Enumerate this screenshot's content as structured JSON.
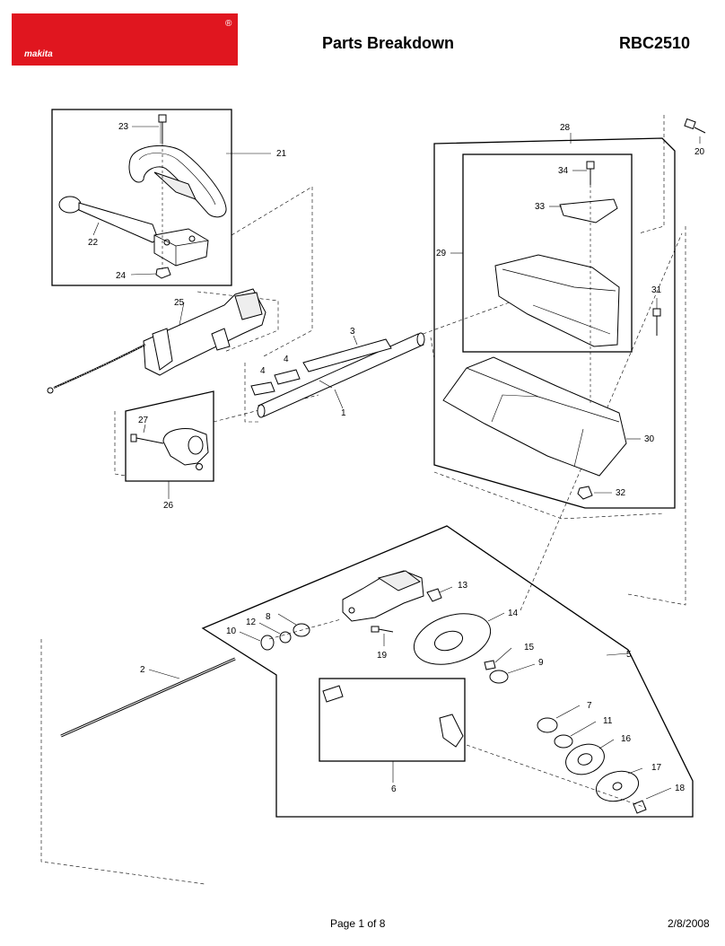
{
  "header": {
    "brand": "makita",
    "brand_mark": "®",
    "brand_color": "#e0161f",
    "title": "Parts Breakdown",
    "model": "RBC2510"
  },
  "diagram": {
    "callouts": {
      "p1": "1",
      "p2": "2",
      "p3": "3",
      "p4a": "4",
      "p4b": "4",
      "p5": "5",
      "p6": "6",
      "p7": "7",
      "p8": "8",
      "p9": "9",
      "p10": "10",
      "p11": "11",
      "p12": "12",
      "p13": "13",
      "p14": "14",
      "p15": "15",
      "p16": "16",
      "p17": "17",
      "p18": "18",
      "p19": "19",
      "p20": "20",
      "p21": "21",
      "p22": "22",
      "p23": "23",
      "p24": "24",
      "p25": "25",
      "p26": "26",
      "p27": "27",
      "p28": "28",
      "p29": "29",
      "p30": "30",
      "p31": "31",
      "p32": "32",
      "p33": "33",
      "p34": "34"
    }
  },
  "footer": {
    "page": "Page 1 of 8",
    "date": "2/8/2008"
  }
}
